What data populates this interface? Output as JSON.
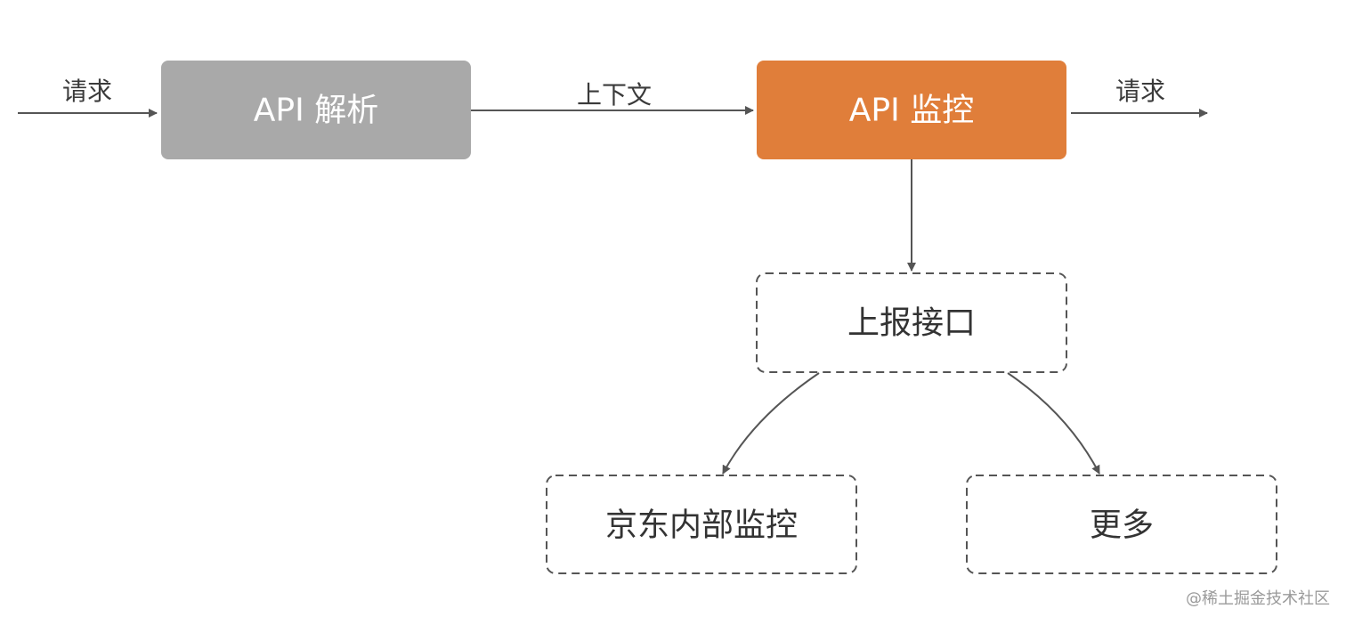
{
  "nodes": {
    "api_parse": {
      "label": "API 解析",
      "fill": "#a9a9a9",
      "text_color": "#ffffff"
    },
    "api_monitor": {
      "label": "API 监控",
      "fill": "#e07e3a",
      "text_color": "#ffffff"
    },
    "report_api": {
      "label": "上报接口",
      "style": "dashed"
    },
    "jd_internal": {
      "label": "京东内部监控",
      "style": "dashed"
    },
    "more": {
      "label": "更多",
      "style": "dashed"
    }
  },
  "edges": {
    "request_in": {
      "label": "请求"
    },
    "context": {
      "label": "上下文"
    },
    "request_out": {
      "label": "请求"
    }
  },
  "colors": {
    "arrow": "#555555",
    "dashed_border": "#555555",
    "dashed_text": "#333333"
  },
  "watermark": "@稀土掘金技术社区"
}
